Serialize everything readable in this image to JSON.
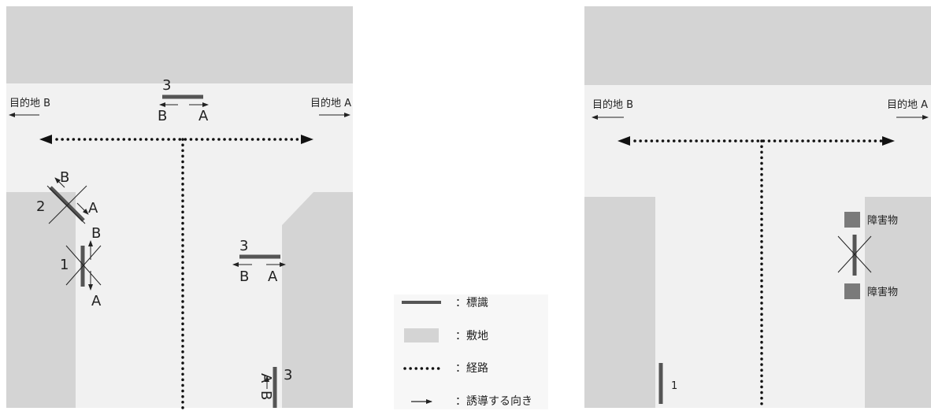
{
  "left_diagram": {
    "dest_b": "目的地 B",
    "dest_a": "目的地 A",
    "sign3_top": {
      "number": "3",
      "dir_b": "B",
      "dir_a": "A"
    },
    "sign2": {
      "number": "2",
      "dir_b": "B",
      "dir_a": "A"
    },
    "sign1": {
      "number": "1",
      "dir_b": "B",
      "dir_a": "A"
    },
    "sign3_mid": {
      "number": "3",
      "dir_b": "B",
      "dir_a": "A"
    },
    "sign3_bottom": {
      "number": "3",
      "dir_a": "A",
      "dir_b": "B"
    }
  },
  "legend": {
    "sign": "：標識",
    "site": "：敷地",
    "route": "：経路",
    "direction": "：誘導する向き"
  },
  "right_diagram": {
    "dest_b": "目的地 B",
    "dest_a": "目的地 A",
    "obstacle_top": "障害物",
    "obstacle_bottom": "障害物",
    "sign1": {
      "number": "1"
    }
  },
  "colors": {
    "site": "#d4d4d4",
    "road": "#f1f1f1",
    "sign": "#555555",
    "obstacle": "#7a7a7a"
  }
}
